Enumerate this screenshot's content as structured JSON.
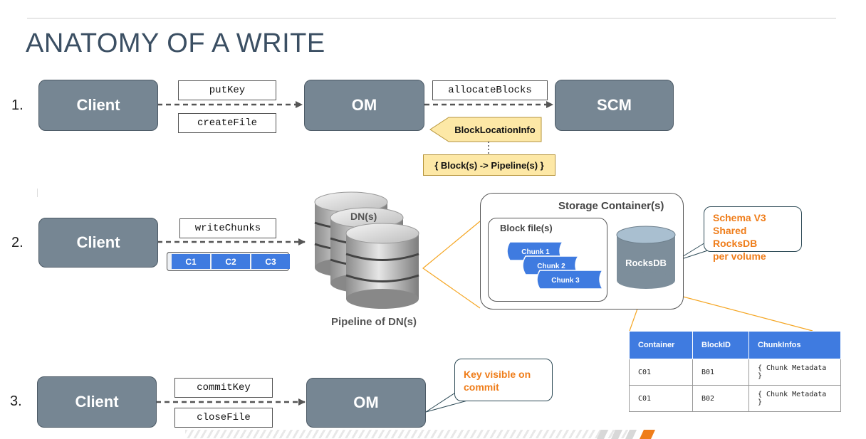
{
  "title": "ANATOMY OF A WRITE",
  "steps": [
    {
      "num": "1.",
      "client": "Client",
      "ops": [
        "putKey",
        "createFile"
      ],
      "target": "OM"
    },
    {
      "num": "2.",
      "client": "Client",
      "ops": [
        "writeChunks"
      ],
      "chunks": [
        "C1",
        "C2",
        "C3"
      ]
    },
    {
      "num": "3.",
      "client": "Client",
      "ops": [
        "commitKey",
        "closeFile"
      ],
      "target": "OM"
    }
  ],
  "step1": {
    "allocate_op": "allocateBlocks",
    "scm": "SCM",
    "block_location_info": "BlockLocationInfo",
    "mapping": "{ Block(s) -> Pipeline(s) }"
  },
  "step2": {
    "dn_label": "DN(s)",
    "pipeline_label": "Pipeline of DN(s)",
    "storage_container": "Storage Container(s)",
    "block_files": "Block file(s)",
    "chunk_files": [
      "Chunk 1",
      "Chunk 2",
      "Chunk 3"
    ],
    "rocksdb": "RocksDB",
    "schema_callout": [
      "Schema V3",
      "Shared RocksDB",
      "per volume"
    ]
  },
  "table": {
    "headers": [
      "Container",
      "BlockID",
      "ChunkInfos"
    ],
    "rows": [
      [
        "C01",
        "B01",
        "{ Chunk Metadata }"
      ],
      [
        "C01",
        "B02",
        "{ Chunk Metadata }"
      ]
    ]
  },
  "step3": {
    "callout": [
      "Key visible on",
      "commit"
    ]
  },
  "colors": {
    "node_fill": "#768693",
    "chunk_blue": "#3f7be0",
    "callout_orange": "#ef7d1a",
    "yellow_fill": "#fde8a6",
    "title": "#3b4f63"
  }
}
